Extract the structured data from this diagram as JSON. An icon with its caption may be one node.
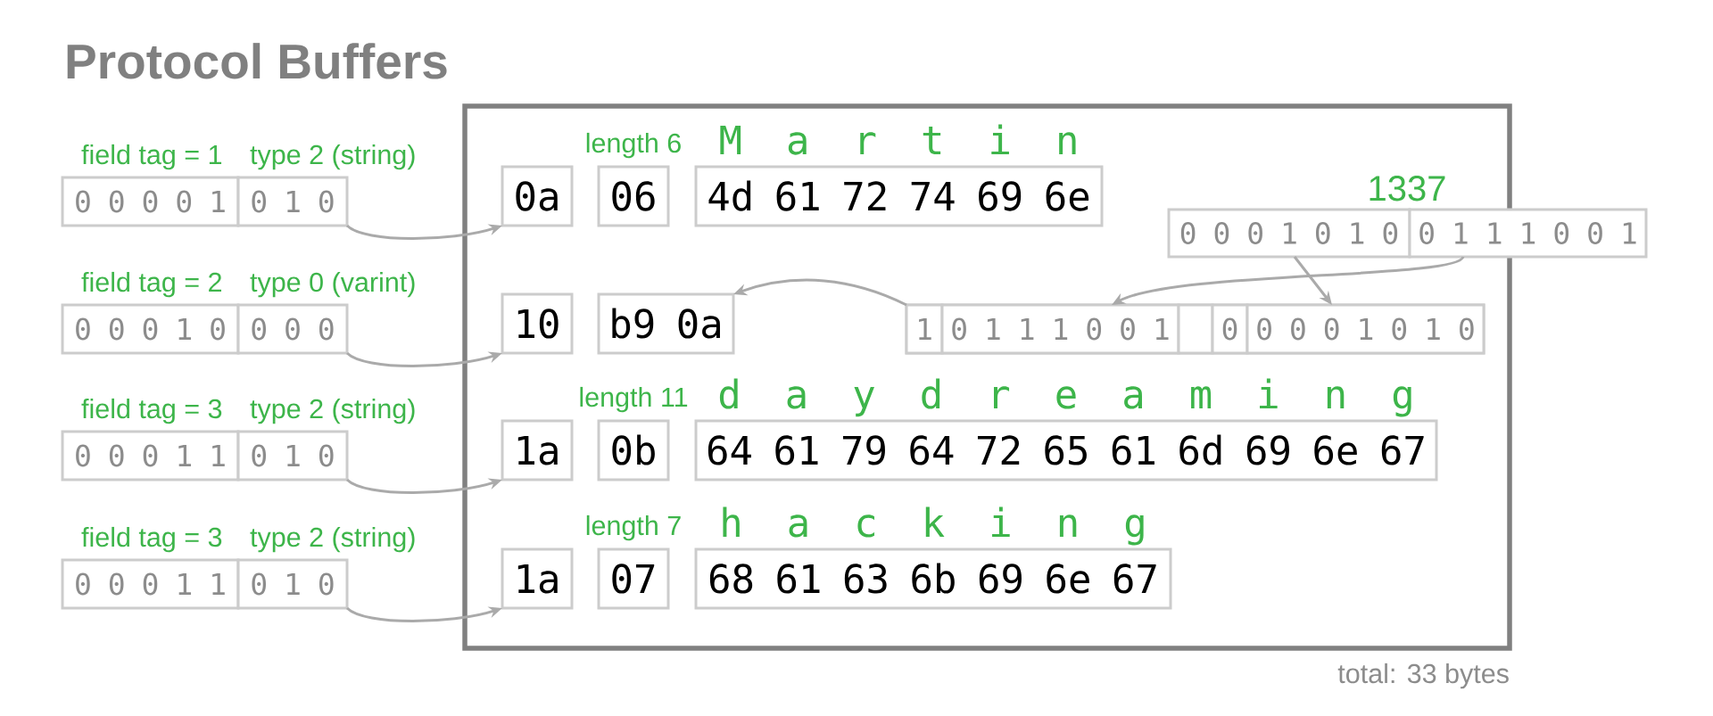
{
  "diagram": {
    "title": "Protocol Buffers",
    "nodes": [
      {
        "text": [
          "field tag = 1",
          "0 0 0 0 1"
        ]
      },
      {
        "text": [
          "type 2 (string)",
          "0 1 0"
        ]
      },
      {
        "text": [
          "field tag = 2",
          "0 0 0 1 0"
        ]
      },
      {
        "text": [
          "type 0 (varint)",
          "0 0 0"
        ]
      },
      {
        "text": [
          "field tag = 3",
          "0 0 0 1 1"
        ]
      },
      {
        "text": [
          "type 2 (string)",
          "0 1 0"
        ]
      },
      {
        "text": [
          "field tag = 3",
          "0 0 0 1 1"
        ]
      },
      {
        "text": [
          "type 2 (string)",
          "0 1 0"
        ]
      },
      {
        "text": [],
        "shape": "box",
        "beside": [
          "total: 33 bytes"
        ]
      },
      {
        "text": [
          "0a"
        ],
        "in": 8
      },
      {
        "text": [
          "length 6",
          "06"
        ],
        "in": 8
      },
      {
        "text": [
          "M a r t i n",
          "4d 61 72 74 69 6e"
        ],
        "in": 8
      },
      {
        "text": [
          "0 0 0 1 0 1 0"
        ],
        "in": 8
      },
      {
        "text": [
          "0 1 1 1 0 0 1"
        ]
      },
      {
        "text": [
          "10"
        ],
        "in": 8
      },
      {
        "text": [
          "b9 0a"
        ],
        "in": 8
      },
      {
        "text": [],
        "shape": "box",
        "in": 8
      },
      {
        "text": [
          "1"
        ],
        "in": 16
      },
      {
        "text": [
          "0 1 1 1 0 0 1"
        ],
        "in": 16
      },
      {
        "text": [],
        "shape": "box",
        "in": 16
      },
      {
        "text": [
          "0"
        ],
        "in": 16
      },
      {
        "text": [
          "0 0 0 1 0 1 0"
        ],
        "in": 16
      },
      {
        "text": [
          "1a"
        ],
        "in": 8
      },
      {
        "text": [
          "length 11",
          "0b"
        ],
        "in": 8
      },
      {
        "text": [
          "d a y d r e a m i n g",
          "64 61 79 64 72 65 61 6d 69 6e 67"
        ],
        "in": 8
      },
      {
        "text": [
          "1a"
        ],
        "in": 8
      },
      {
        "text": [
          "length 7",
          "07"
        ],
        "in": 8
      },
      {
        "text": [
          "h a c k i n g",
          "68 61 63 6b 69 6e 67"
        ],
        "in": 8
      }
    ],
    "edges": [
      {
        "from": 1,
        "to": 9,
        "arrow": "to"
      },
      {
        "from": 3,
        "to": 14,
        "arrow": "to"
      },
      {
        "from": 5,
        "to": 22,
        "arrow": "to"
      },
      {
        "from": 7,
        "to": 25,
        "arrow": "to"
      },
      {
        "from": 16,
        "to": 15,
        "arrow": "to"
      },
      {
        "from": 12,
        "to": 21,
        "arrow": "to"
      },
      {
        "from": 13,
        "to": 18,
        "arrow": "to"
      }
    ],
    "labels": [
      "1337"
    ]
  }
}
